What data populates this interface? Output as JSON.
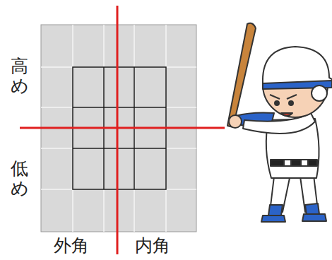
{
  "diagram": {
    "labels": [
      "高め",
      "低め",
      "外角",
      "内角"
    ]
  }
}
